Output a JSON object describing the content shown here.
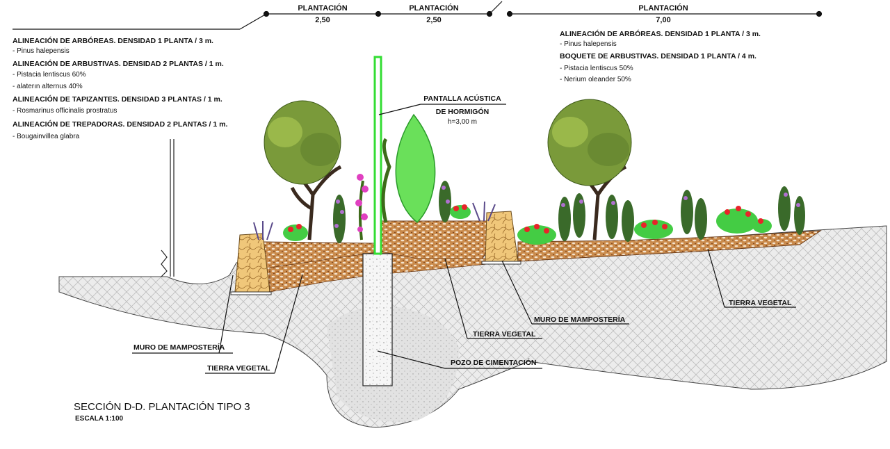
{
  "dimensions": [
    {
      "label": "PLANTACIÓN",
      "value": "2,50"
    },
    {
      "label": "PLANTACIÓN",
      "value": "2,50"
    },
    {
      "label": "PLANTACIÓN",
      "value": "7,00"
    }
  ],
  "legend_left": {
    "lines": [
      "ALINEACIÓN DE ARBÓREAS. DENSIDAD 1 PLANTA / 3 m.",
      "- Pinus halepensis",
      "ALINEACIÓN DE ARBUSTIVAS. DENSIDAD 2 PLANTAS / 1 m.",
      "- Pistacia lentiscus 60%",
      "- alaterın alternus 40%",
      "ALINEACIÓN DE TAPIZANTES. DENSIDAD 3 PLANTAS / 1 m.",
      "- Rosmarinus officinalis prostratus",
      "ALINEACIÓN DE TREPADORAS. DENSIDAD 2 PLANTAS / 1 m.",
      "- Bougainvillea glabra"
    ]
  },
  "legend_right": {
    "lines": [
      "ALINEACIÓN DE ARBÓREAS. DENSIDAD 1 PLANTA / 3 m.",
      "- Pinus halepensis",
      "BOQUETE DE ARBUSTIVAS. DENSIDAD 1 PLANTA / 4 m.",
      "- Pistacia lentiscus 50%",
      "- Nerium oleander 50%"
    ]
  },
  "callouts": {
    "pantalla_line1": "PANTALLA ACÚSTICA",
    "pantalla_line2": "DE HORMIGÓN",
    "pantalla_line3": "h=3,00 m",
    "muro_left": "MURO DE MAMPOSTERÍA",
    "tierra_left": "TIERRA VEGETAL",
    "tierra_center": "TIERRA VEGETAL",
    "muro_right": "MURO DE MAMPOSTERÍA",
    "tierra_right": "TIERRA VEGETAL",
    "pozo": "POZO DE CIMENTACIÓN"
  },
  "title": {
    "main": "SECCIÓN D-D. PLANTACIÓN TIPO 3",
    "scale": "ESCALA 1:100"
  },
  "colors": {
    "screen": "#33dd33",
    "soil": "#c98a4b",
    "stone": "#f0c77a",
    "foliage": "#7a9a3a",
    "flower_red": "#e8242a",
    "flower_pink": "#e040c0",
    "ground": "#e6e6e6"
  }
}
